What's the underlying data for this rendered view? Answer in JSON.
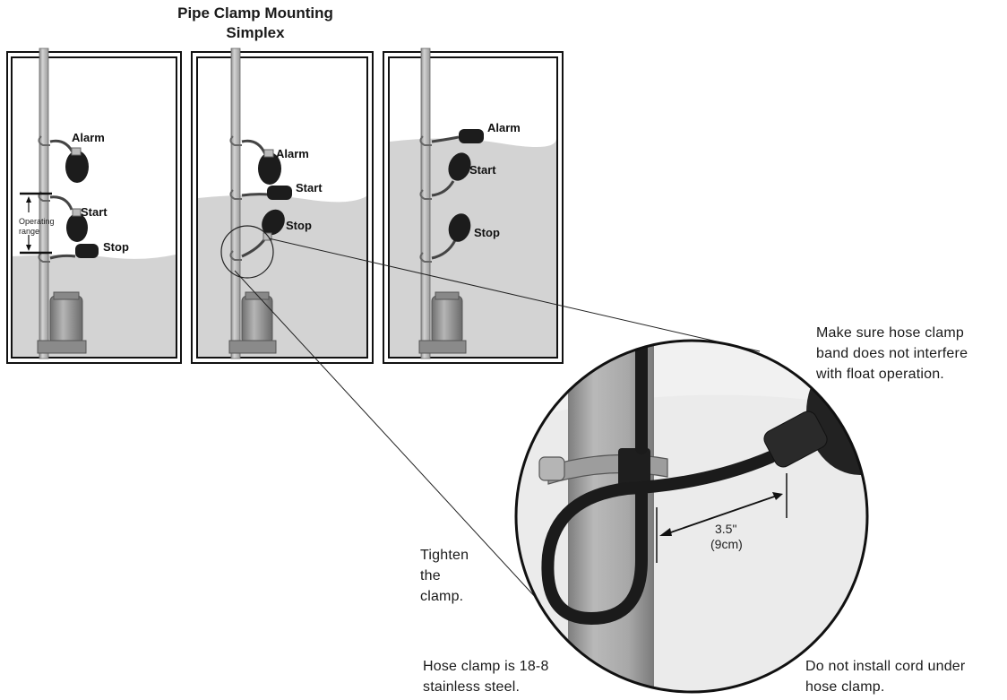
{
  "title": {
    "line1": "Pipe Clamp Mounting",
    "line2": "Simplex"
  },
  "float_labels": {
    "alarm": "Alarm",
    "start": "Start",
    "stop": "Stop"
  },
  "operating_range": {
    "line1": "Operating",
    "line2": "range"
  },
  "dimension": {
    "inches": "3.5\"",
    "cm": "(9cm)"
  },
  "notes": {
    "hose_band": [
      "Make sure hose clamp",
      "band does not interfere",
      "with float operation."
    ],
    "tighten": [
      "Tighten",
      "the",
      "clamp."
    ],
    "hose_material": [
      "Hose clamp is 18-8",
      "stainless steel."
    ],
    "no_cord_under": [
      "Do not install cord under",
      "hose clamp."
    ]
  }
}
